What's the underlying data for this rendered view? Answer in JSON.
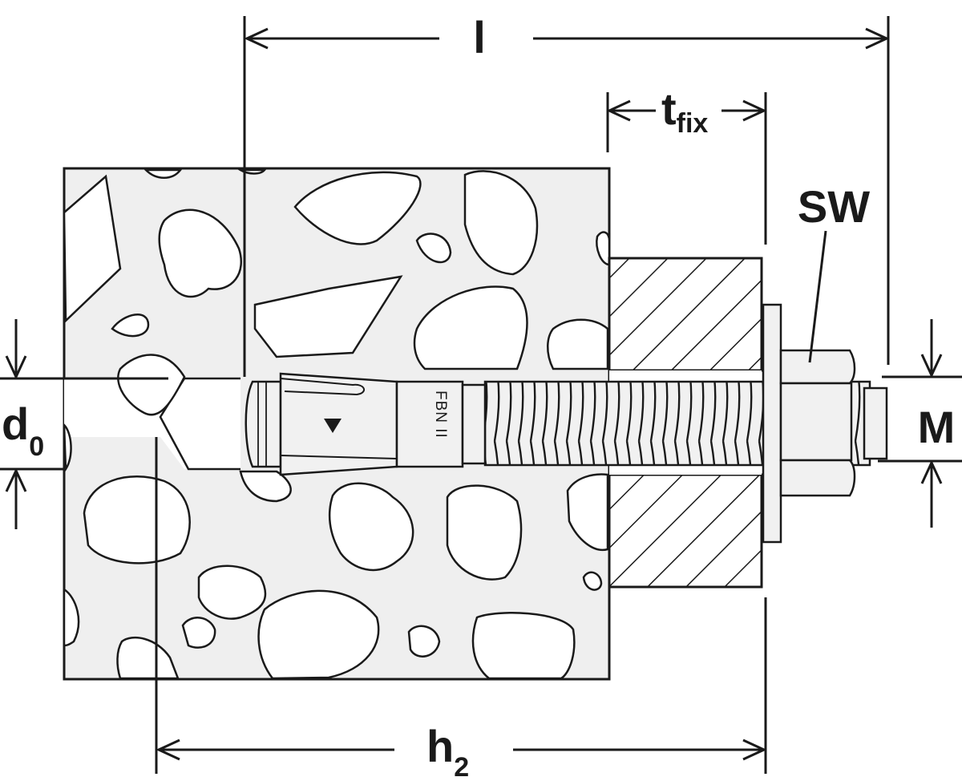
{
  "labels": {
    "l": "l",
    "t": "t",
    "t_sub": "fix",
    "sw": "SW",
    "d": "d",
    "d_sub": "0",
    "m": "M",
    "h": "h",
    "h_sub": "2"
  },
  "anchor_mark": "FBN II",
  "colors": {
    "line": "#1a1a1a",
    "concrete": "#efefef",
    "anchor": "#f1f1f1",
    "stone": "#ffffff"
  }
}
